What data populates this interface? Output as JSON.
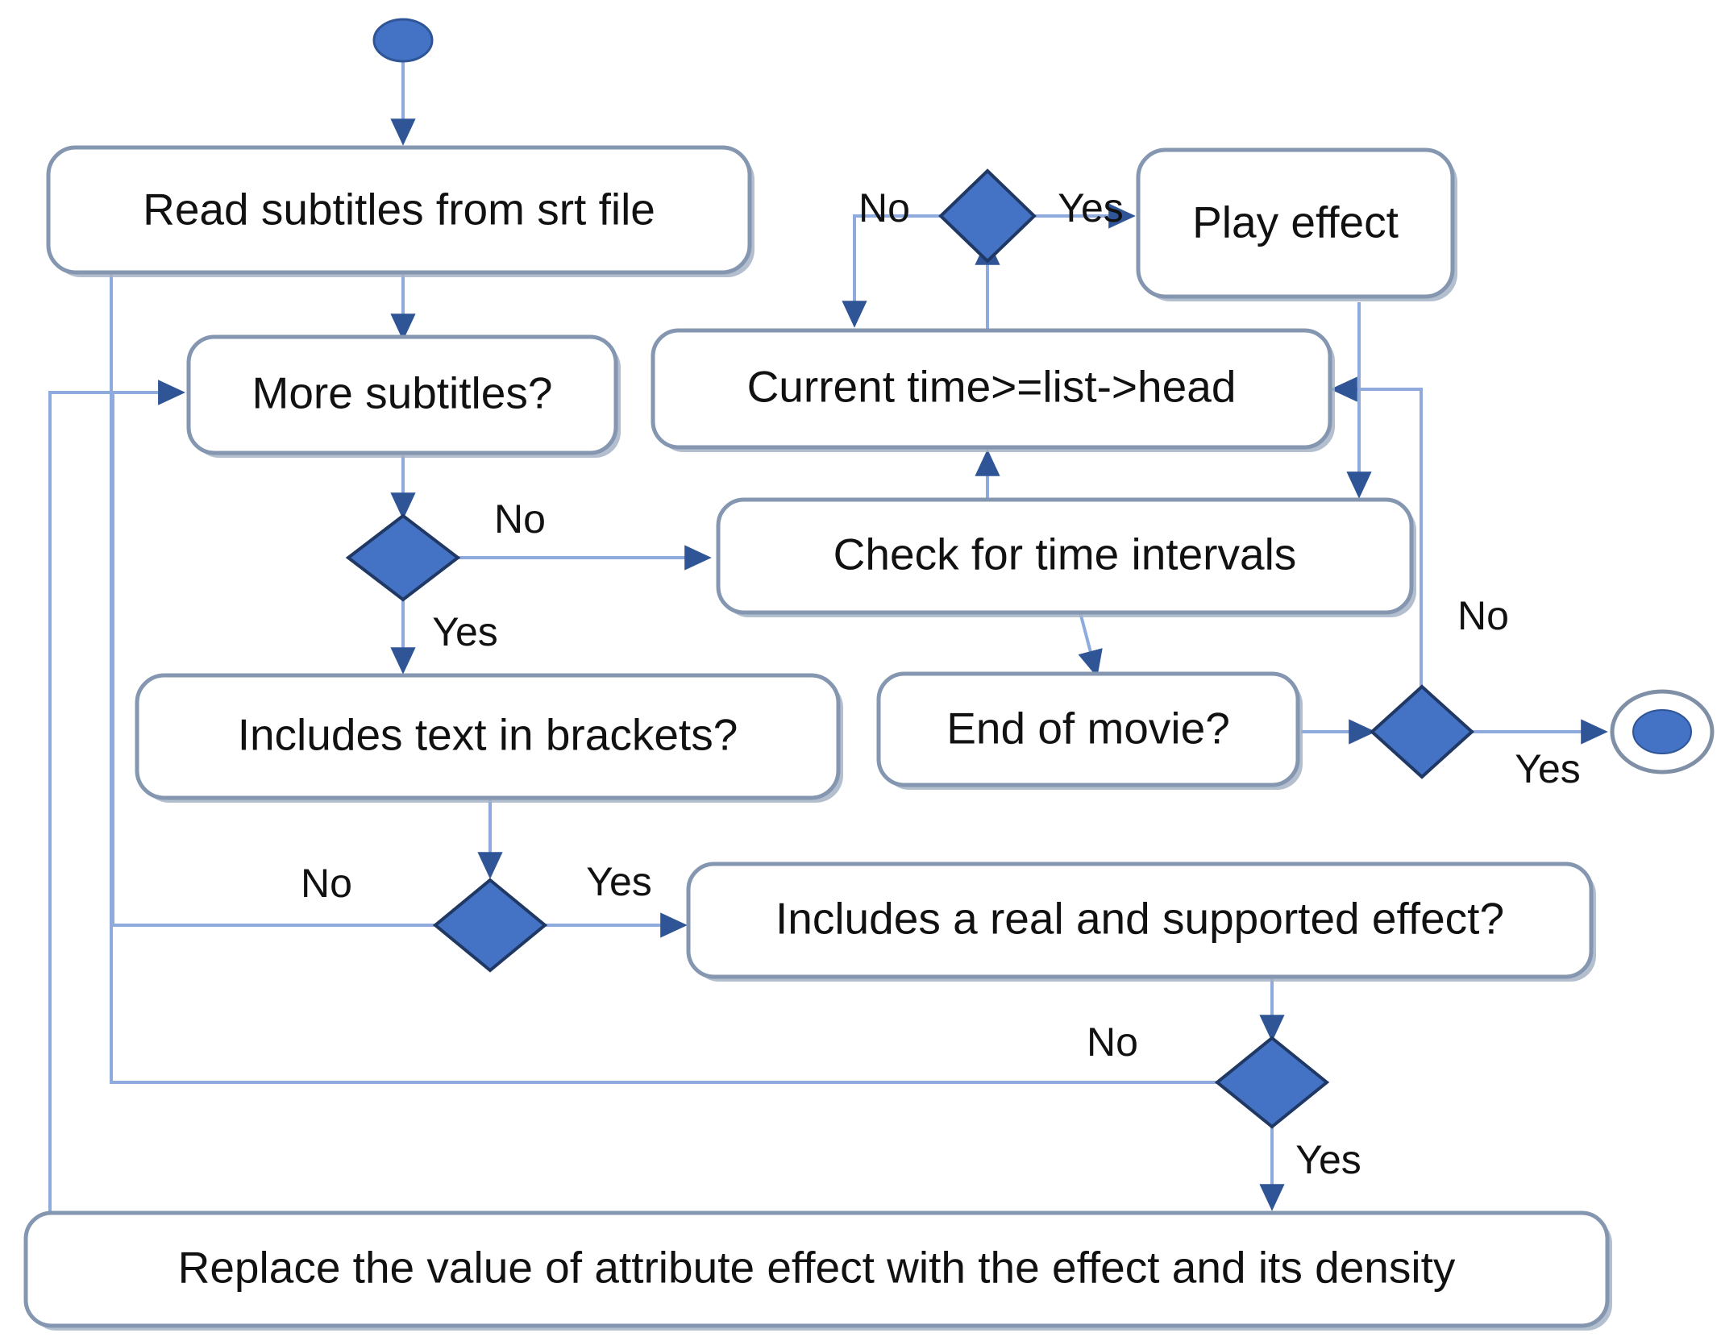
{
  "diagram": {
    "type": "activity-flowchart",
    "title": "Subtitle effect playback activity diagram",
    "colors": {
      "decision_fill": "#4472C4",
      "decision_stroke": "#203864",
      "box_stroke": "#8496B0",
      "box_fill": "#FFFFFF",
      "connector": "#8FAADC",
      "arrowhead": "#2F5597",
      "background": "#FFFFFF"
    },
    "nodes": [
      {
        "id": "start",
        "shape": "initial-node",
        "label": ""
      },
      {
        "id": "read",
        "shape": "rounded-box",
        "label": "Read subtitles from srt file"
      },
      {
        "id": "more",
        "shape": "rounded-box",
        "label": "More subtitles?"
      },
      {
        "id": "d_more",
        "shape": "diamond",
        "label": ""
      },
      {
        "id": "brackets",
        "shape": "rounded-box",
        "label": "Includes text in  brackets?"
      },
      {
        "id": "d_brackets",
        "shape": "diamond",
        "label": ""
      },
      {
        "id": "supported",
        "shape": "rounded-box",
        "label": "Includes a real and supported effect?"
      },
      {
        "id": "d_supported",
        "shape": "diamond",
        "label": ""
      },
      {
        "id": "replace",
        "shape": "rounded-box",
        "label": "Replace the value of attribute effect with the effect and its density"
      },
      {
        "id": "curtime",
        "shape": "rounded-box",
        "label": "Current time>=list->head"
      },
      {
        "id": "d_curtime",
        "shape": "diamond",
        "label": ""
      },
      {
        "id": "play",
        "shape": "rounded-box",
        "label": "Play effect"
      },
      {
        "id": "check",
        "shape": "rounded-box",
        "label": "Check for time intervals"
      },
      {
        "id": "endmovie",
        "shape": "rounded-box",
        "label": "End of movie?"
      },
      {
        "id": "d_endmovie",
        "shape": "diamond",
        "label": ""
      },
      {
        "id": "end",
        "shape": "final-node",
        "label": ""
      }
    ],
    "edges": [
      {
        "from": "start",
        "to": "read",
        "label": ""
      },
      {
        "from": "read",
        "to": "more",
        "label": ""
      },
      {
        "from": "more",
        "to": "d_more",
        "label": ""
      },
      {
        "from": "d_more",
        "to": "check",
        "label": "No"
      },
      {
        "from": "d_more",
        "to": "brackets",
        "label": "Yes"
      },
      {
        "from": "brackets",
        "to": "d_brackets",
        "label": ""
      },
      {
        "from": "d_brackets",
        "to": "more",
        "label": "No"
      },
      {
        "from": "d_brackets",
        "to": "supported",
        "label": "Yes"
      },
      {
        "from": "supported",
        "to": "d_supported",
        "label": ""
      },
      {
        "from": "d_supported",
        "to": "read",
        "label": "No"
      },
      {
        "from": "d_supported",
        "to": "replace",
        "label": "Yes"
      },
      {
        "from": "replace",
        "to": "more",
        "label": ""
      },
      {
        "from": "check",
        "to": "curtime",
        "label": ""
      },
      {
        "from": "curtime",
        "to": "d_curtime",
        "label": ""
      },
      {
        "from": "d_curtime",
        "to": "curtime",
        "label": "No"
      },
      {
        "from": "d_curtime",
        "to": "play",
        "label": "Yes"
      },
      {
        "from": "play",
        "to": "check",
        "label": ""
      },
      {
        "from": "check",
        "to": "endmovie",
        "label": ""
      },
      {
        "from": "endmovie",
        "to": "d_endmovie",
        "label": ""
      },
      {
        "from": "d_endmovie",
        "to": "curtime",
        "label": "No"
      },
      {
        "from": "d_endmovie",
        "to": "end",
        "label": "Yes"
      }
    ],
    "edge_labels": {
      "curtime_no": "No",
      "curtime_yes": "Yes",
      "more_no": "No",
      "more_yes": "Yes",
      "brackets_no": "No",
      "brackets_yes": "Yes",
      "supported_no": "No",
      "supported_yes": "Yes",
      "endmovie_no": "No",
      "endmovie_yes": "Yes"
    },
    "labels": {
      "read": "Read subtitles from srt file",
      "more": "More subtitles?",
      "brackets": "Includes text in  brackets?",
      "supported": "Includes a real and supported effect?",
      "replace": "Replace the value of attribute effect with the effect and its density",
      "curtime": "Current time>=list->head",
      "play": "Play effect",
      "check": "Check for time intervals",
      "endmovie": "End of movie?"
    }
  }
}
